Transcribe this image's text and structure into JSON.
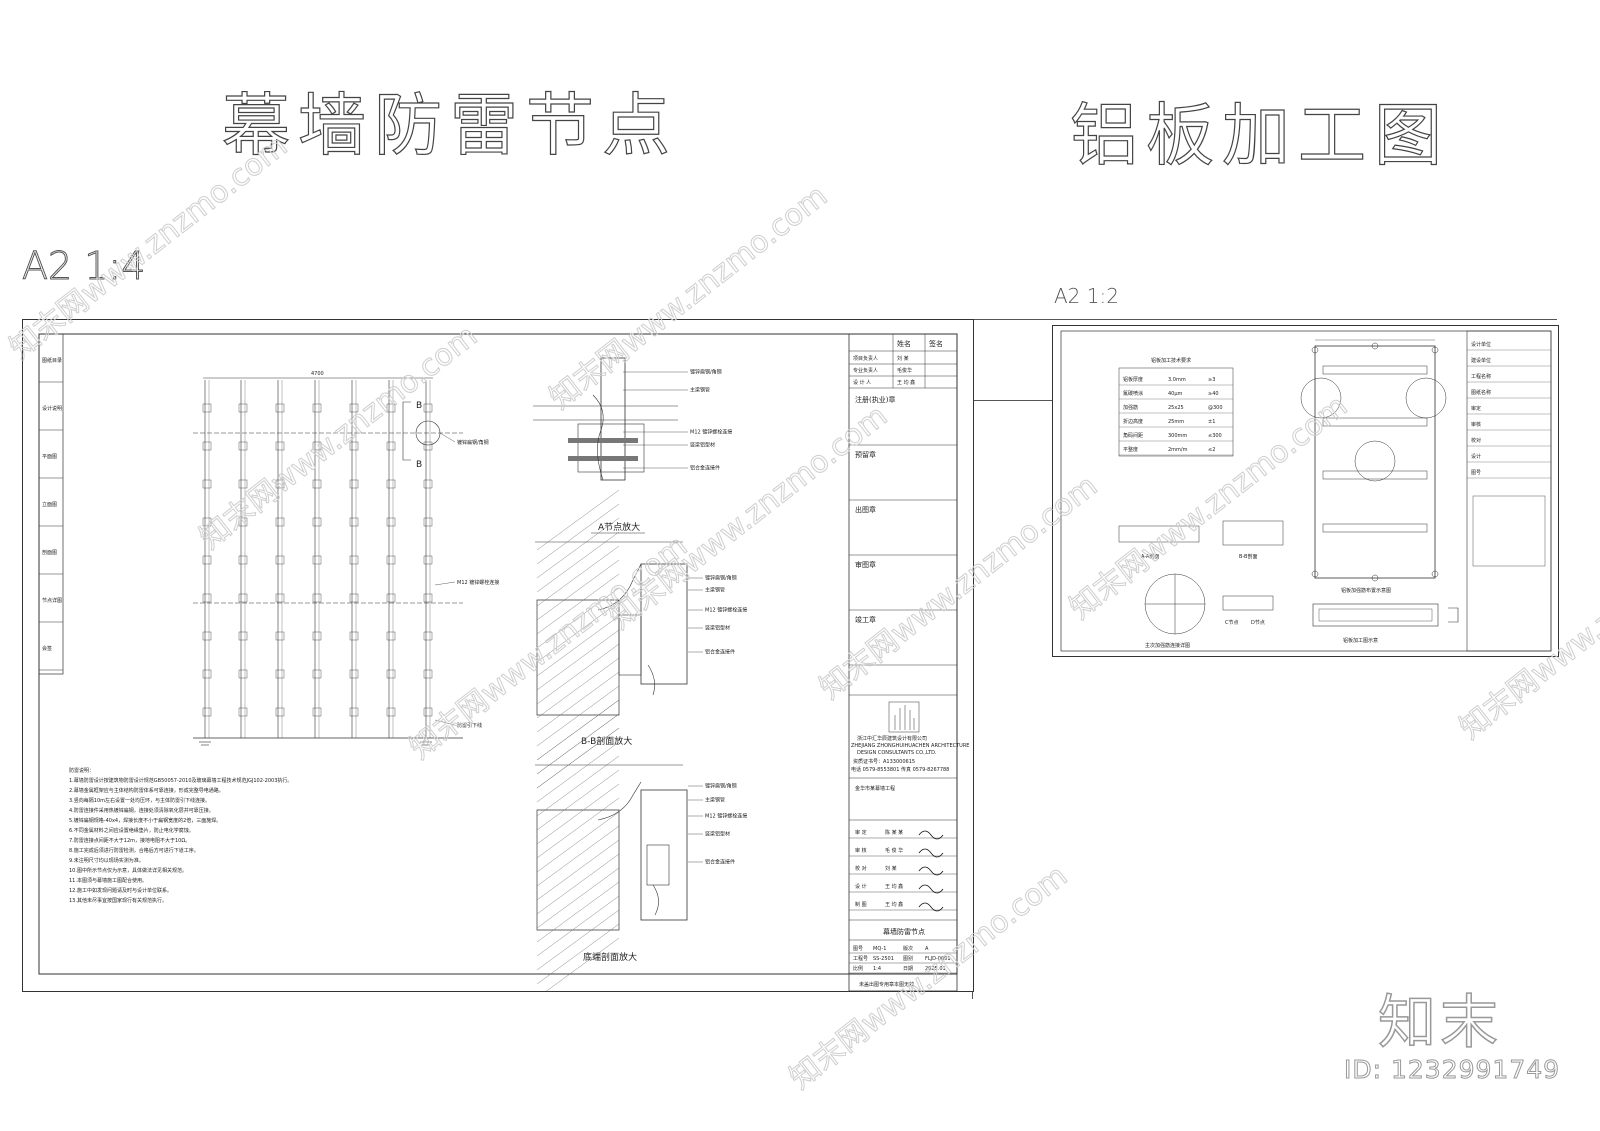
{
  "titles": {
    "left": "幕墙防雷节点",
    "right": "铝板加工图",
    "left_scale": "A2  1:4",
    "right_scale": "A2  1:2"
  },
  "left_sheet": {
    "elevation_dim": "4700",
    "section_mark": "B",
    "views": {
      "a": "A节点放大",
      "bb": "B-B剖面放大",
      "bottom": "底端剖面放大"
    },
    "callouts": [
      "镀锌扁钢/角钢",
      "主梁钢管",
      "M12 镀锌螺栓连接",
      "竖梁铝型材",
      "铝合金连接件",
      "防雷引下线"
    ],
    "notes": [
      "防雷说明：",
      "1.幕墙防雷设计按建筑物防雷设计规范GB50057-2010及玻璃幕墙工程技术规范JGJ102-2003执行。",
      "2.幕墙金属框架应与主体结构防雷体系可靠连接，形成完整导电通路。",
      "3.竖向每隔10m左右设置一处均压环，与主体防雷引下线连接。",
      "4.防雷连接件采用热镀锌扁钢，连接处须清除氧化层并可靠压接。",
      "5.镀锌扁钢规格-40x4，焊接长度不小于扁钢宽度的2倍，三面施焊。",
      "6.不同金属材料之间应设置绝缘垫片，防止电化学腐蚀。",
      "7.防雷连接点间距不大于12m，接地电阻不大于10Ω。",
      "8.施工完成后须进行防雷检测，合格后方可进行下道工序。",
      "9.未注明尺寸均以现场实测为准。",
      "10.图中所示节点仅为示意，具体做法详见相关规范。",
      "11.本图须与幕墙施工图配合使用。",
      "12.施工中如发现问题请及时与设计单位联系。",
      "13.其他未尽事宜按国家现行有关规范执行。"
    ],
    "title_block": {
      "head": [
        "姓名",
        "签名"
      ],
      "staff_rows": [
        {
          "role": "项目负责人",
          "name": "刘 某"
        },
        {
          "role": "专业负责人",
          "name": "毛俊华"
        },
        {
          "role": "设 计 人",
          "name": "王 均 鑫"
        }
      ],
      "stamps": [
        "注册(执业)章",
        "预留章",
        "出图章",
        "审图章",
        "竣工章"
      ],
      "company_cn": "浙江中汇华辰建筑设计有限公司",
      "company_en1": "ZHEJIANG ZHONGHUIHUACHEN ARCHITECTURE",
      "company_en2": "DESIGN CONSULTANTS CO.,LTD.",
      "cert": "资质证书号：A133000615",
      "phone": "电话 0579-8553801    传真 0579-8267788",
      "project": "金华市某幕墙工程",
      "drawing_name": "幕墙防雷节点",
      "sign_rows": [
        {
          "role": "审 定",
          "name": "陈 某 某"
        },
        {
          "role": "审 核",
          "name": "毛 俊 华"
        },
        {
          "role": "校 对",
          "name": "刘 某"
        },
        {
          "role": "设 计",
          "name": "王 均 鑫"
        },
        {
          "role": "制 图",
          "name": "王 均 鑫"
        }
      ],
      "meta": [
        {
          "k": "图号",
          "v": "MQ-1",
          "k2": "版次",
          "v2": "A"
        },
        {
          "k": "工程号",
          "v": "SS-2501",
          "k2": "图别",
          "v2": "FLJD-0001"
        },
        {
          "k": "比例",
          "v": "1:4",
          "k2": "日期",
          "v2": "2025.01"
        }
      ],
      "footer": "未盖出图专用章本图无效"
    },
    "left_strip": [
      "图纸目录",
      "设计说明",
      "平面图",
      "立面图",
      "剖面图",
      "节点详图",
      "会签"
    ]
  },
  "right_sheet": {
    "table_title": "铝板加工技术要求",
    "table_rows": [
      [
        "铝板厚度",
        "3.0mm",
        "≥3"
      ],
      [
        "氟碳喷涂",
        "40μm",
        "≥40"
      ],
      [
        "加强筋",
        "25x25",
        "@300"
      ],
      [
        "折边高度",
        "25mm",
        "±1"
      ],
      [
        "角码间距",
        "300mm",
        "≤300"
      ],
      [
        "平整度",
        "2mm/m",
        "≤2"
      ]
    ],
    "labels": [
      "A-A剖面",
      "B-B剖面",
      "C节点",
      "D节点",
      "铝板加强筋布置示意图",
      "铝板加工图示意",
      "主次加强筋连接详图"
    ],
    "title_block": [
      "设计单位",
      "建设单位",
      "工程名称",
      "图纸名称",
      "审定",
      "审核",
      "校对",
      "设计",
      "图号"
    ]
  },
  "watermark": "知末网www.znzmo.com",
  "brand": "知末",
  "image_id": "ID: 1232991749"
}
